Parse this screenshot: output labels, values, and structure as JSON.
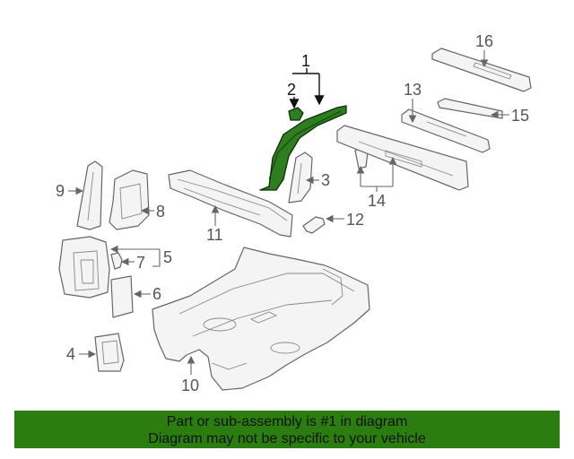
{
  "callouts": {
    "c1": "1",
    "c2": "2",
    "c3": "3",
    "c4": "4",
    "c5": "5",
    "c6": "6",
    "c7": "7",
    "c8": "8",
    "c9": "9",
    "c10": "10",
    "c11": "11",
    "c12": "12",
    "c13": "13",
    "c14": "14",
    "c15": "15",
    "c16": "16"
  },
  "highlight": {
    "part": "1",
    "color": "#2a7d0e"
  },
  "banner": {
    "line1": "Part or sub-assembly is #1 in diagram",
    "line2": "Diagram may not be specific to your vehicle"
  }
}
